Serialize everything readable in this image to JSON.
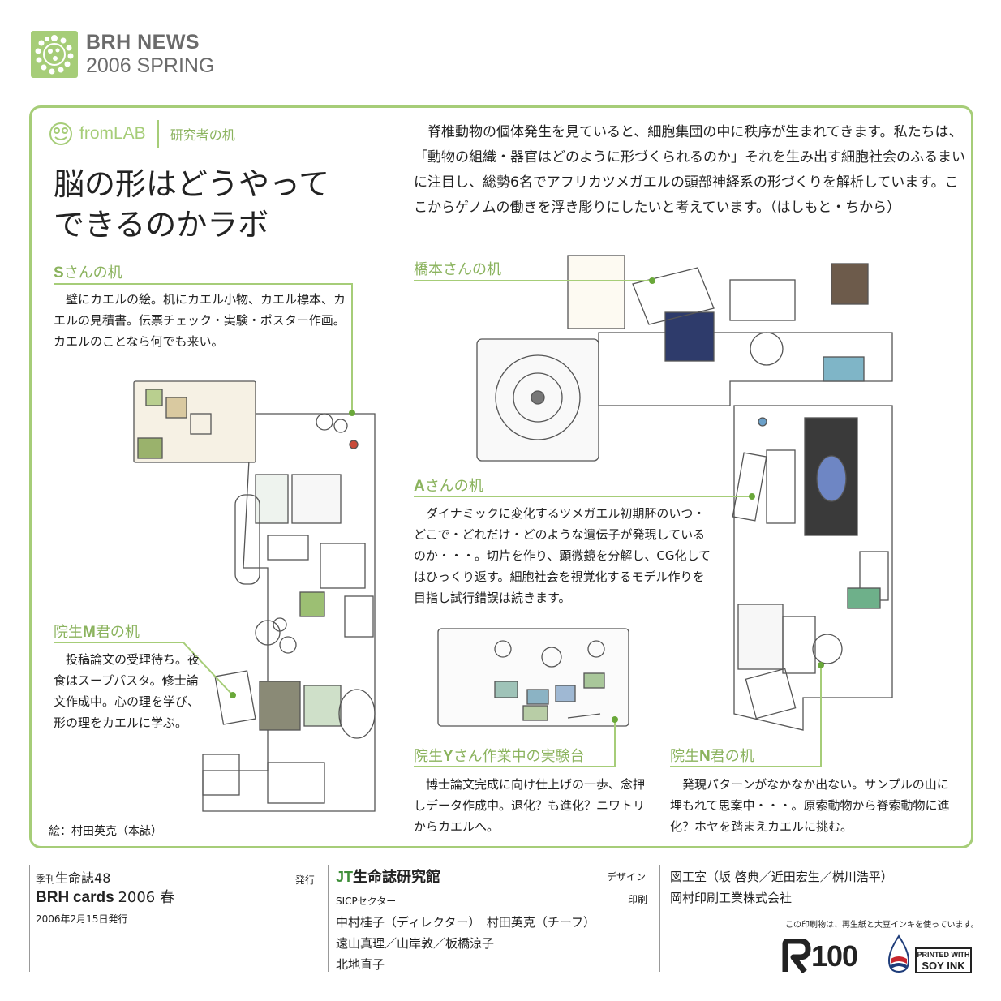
{
  "header": {
    "brand": "BRH NEWS",
    "season": "2006 SPRING"
  },
  "section": {
    "from": "fromLAB",
    "sub": "研究者の机"
  },
  "title": {
    "line1": "脳の形はどうやって",
    "line2": "できるのかラボ"
  },
  "intro": "脊椎動物の個体発生を見ていると、細胞集団の中に秩序が生まれてきます。私たちは、「動物の組織・器官はどのように形づくられるのか」それを生み出す細胞社会のふるまいに注目し、総勢6名でアフリカツメガエルの頭部神経系の形づくりを解析しています。ここからゲノムの働きを浮き彫りにしたいと考えています。（はしもと・ちから）",
  "desks": {
    "s": {
      "label_b": "S",
      "label": "さんの机",
      "text": "壁にカエルの絵。机にカエル小物、カエル標本、カエルの見積書。伝票チェック・実験・ポスター作画。カエルのことなら何でも来い。"
    },
    "hashimoto": {
      "label": "橋本さんの机"
    },
    "a": {
      "label_b": "A",
      "label": "さんの机",
      "text": "ダイナミックに変化するツメガエル初期胚のいつ・どこで・どれだけ・どのような遺伝子が発現しているのか・・・。切片を作り、顕微鏡を分解し、CG化してはひっくり返す。細胞社会を視覚化するモデル作りを目指し試行錯誤は続きます。"
    },
    "m": {
      "label_pre": "院生",
      "label_b": "M",
      "label": "君の机",
      "text": "投稿論文の受理待ち。夜食はスープパスタ。修士論文作成中。心の理を学び、形の理をカエルに学ぶ。"
    },
    "y": {
      "label_pre": "院生",
      "label_b": "Y",
      "label": "さん作業中の実験台",
      "text": "博士論文完成に向け仕上げの一歩、念押しデータ作成中。退化？も進化？ニワトリからカエルへ。"
    },
    "n": {
      "label_pre": "院生",
      "label_b": "N",
      "label": "君の机",
      "text": "発現パターンがなかなか出ない。サンプルの山に埋もれて思案中・・・。原索動物から脊索動物に進化？ホヤを踏まえカエルに挑む。"
    }
  },
  "credit": "絵：村田英克（本誌）",
  "footer": {
    "kikan": "季刊",
    "magazine": "生命誌48",
    "cards_b": "BRH",
    "cards": "cards",
    "cards_season": "2006 春",
    "date": "2006年2月15日発行",
    "publisher_label": "発行",
    "publisher_jt": "JT",
    "publisher": "生命誌研究館",
    "sector": "SICPセクター",
    "staff1": "中村桂子（ディレクター）　村田英克（チーフ）",
    "staff2": "遠山真理／山岸敦／板橋涼子",
    "staff3": "北地直子",
    "design_label": "デザイン",
    "design": "図工室（坂 啓典／近田宏生／桝川浩平）",
    "print_label": "印刷",
    "print": "岡村印刷工業株式会社",
    "eco_note": "この印刷物は、再生紙と大豆インキを使っています。",
    "r100": "100",
    "soy1": "PRINTED WITH",
    "soy2": "SOY INK"
  }
}
